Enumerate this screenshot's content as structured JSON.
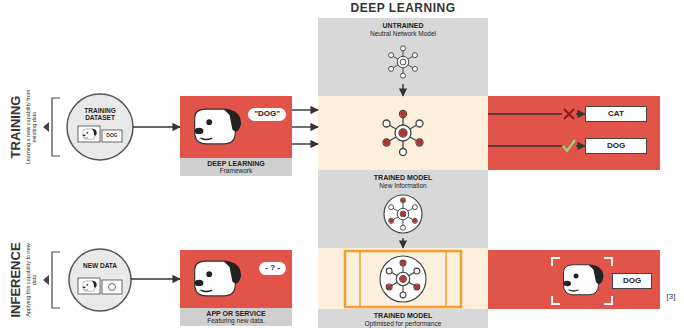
{
  "diagram": {
    "title": "DEEP LEARNING",
    "nodes": [
      {
        "text": [
          "UNTRAINED",
          "Neutral Network Model"
        ]
      },
      {
        "text": [
          "TRAINING DATASET"
        ]
      },
      {
        "text": [
          "\"DOG\""
        ]
      },
      {
        "text": [
          "DEEP LEARNING",
          "Framework"
        ]
      },
      {
        "text": [
          "CAT"
        ]
      },
      {
        "text": [
          "DOG"
        ]
      },
      {
        "text": [
          "TRAINED MODEL",
          "New Information"
        ]
      },
      {
        "text": [
          "NEW DATA"
        ]
      },
      {
        "text": [
          "- ? -"
        ]
      },
      {
        "text": [
          "APP OR SERVICE",
          "Featuring new data."
        ]
      },
      {
        "text": [
          "TRAINED MODEL",
          "Optimised for performance"
        ]
      },
      {
        "text": [
          "DOG"
        ]
      }
    ],
    "edges": [
      {
        "from": 0,
        "to": 6,
        "arrow": "to"
      },
      {
        "from": 2,
        "to": 6,
        "arrow": "to"
      },
      {
        "from": 2,
        "to": 6,
        "arrow": "to"
      },
      {
        "from": 2,
        "to": 6,
        "arrow": "to"
      },
      {
        "from": 6,
        "to": 4,
        "arrow": "to"
      },
      {
        "from": 6,
        "to": 5,
        "arrow": "to"
      },
      {
        "from": 6,
        "to": 10,
        "arrow": "to"
      },
      {
        "from": 1,
        "to": 2,
        "arrow": "to"
      },
      {
        "from": 7,
        "to": 8,
        "arrow": "to"
      }
    ],
    "labels": [
      "TRAINING",
      "Learning a new capability from existing data",
      "INFERENCE",
      "Applying this capability to new data",
      "DOG",
      "[3]"
    ]
  }
}
